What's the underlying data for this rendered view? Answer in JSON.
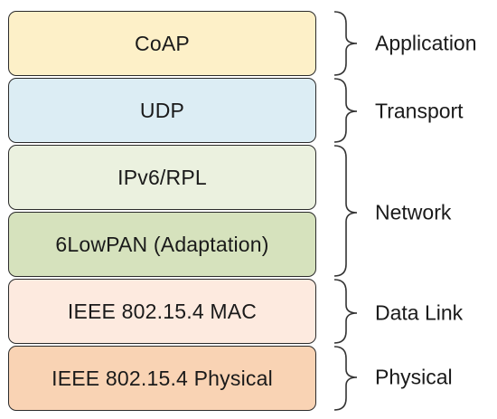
{
  "layers": [
    {
      "id": "coap",
      "label": "CoAP",
      "fill": "#fdf0c8"
    },
    {
      "id": "udp",
      "label": "UDP",
      "fill": "#dcedf4"
    },
    {
      "id": "ipv6-rpl",
      "label": "IPv6/RPL",
      "fill": "#ebf1df"
    },
    {
      "id": "6lowpan",
      "label": "6LowPAN (Adaptation)",
      "fill": "#d6e2bd"
    },
    {
      "id": "ieee-mac",
      "label": "IEEE 802.15.4 MAC",
      "fill": "#fdeadf"
    },
    {
      "id": "ieee-phy",
      "label": "IEEE 802.15.4 Physical",
      "fill": "#f9d3b4"
    }
  ],
  "groups": [
    {
      "id": "application",
      "label": "Application"
    },
    {
      "id": "transport",
      "label": "Transport"
    },
    {
      "id": "network",
      "label": "Network"
    },
    {
      "id": "data-link",
      "label": "Data Link"
    },
    {
      "id": "physical",
      "label": "Physical"
    }
  ],
  "colors": {
    "stroke": "#2b2b2b",
    "brace": "#333333"
  }
}
